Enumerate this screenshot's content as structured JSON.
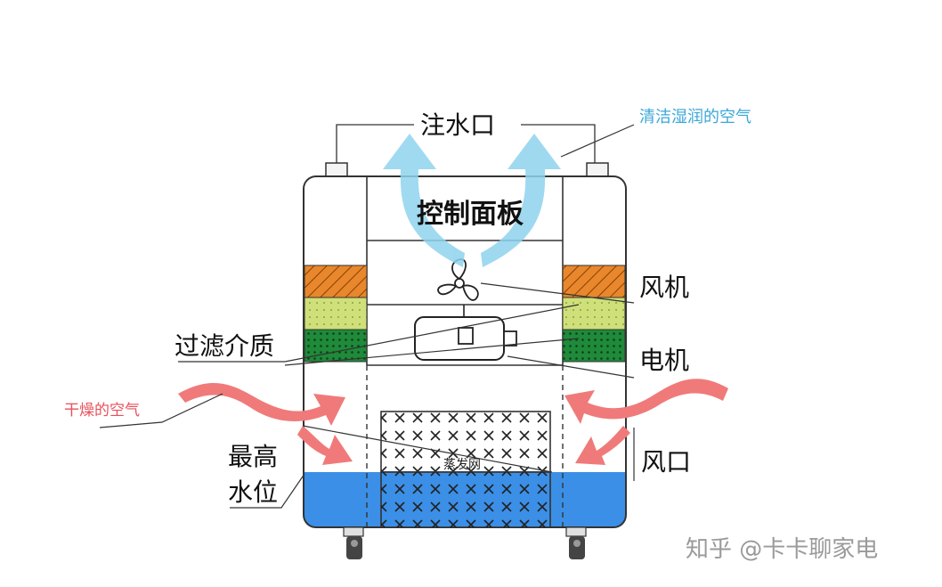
{
  "labels": {
    "water_inlet": "注水口",
    "clean_air": "清洁湿润的空气",
    "control_panel": "控制面板",
    "fan": "风机",
    "filter_media": "过滤介质",
    "motor": "电机",
    "dry_air": "干燥的空气",
    "max_water_level_line1": "最高",
    "max_water_level_line2": "水位",
    "air_inlet": "风口",
    "evaporator": "蒸发网"
  },
  "watermark": "知乎 @卡卡聊家电",
  "colors": {
    "clean_air_arrow": "#8fd3ee",
    "clean_air_text": "#3aa7d9",
    "dry_air_arrow": "#f07a7a",
    "dry_air_text": "#e8505b",
    "water": "#3b8fe6",
    "filter_orange": "#e8872b",
    "filter_yellow": "#cfe07a",
    "filter_green": "#1f8a3a"
  },
  "icons": [
    "fan-icon",
    "motor-icon",
    "wheel-icon"
  ]
}
